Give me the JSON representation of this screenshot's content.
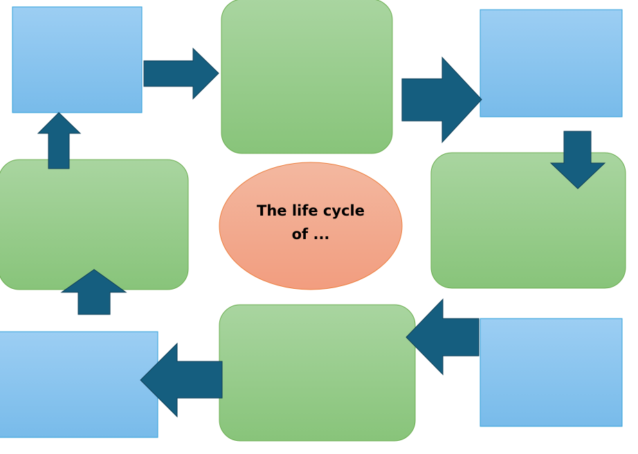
{
  "title": "The life cycle of ...",
  "center": {
    "line1": "The life cycle",
    "line2": "of ..."
  },
  "colors": {
    "green_top": "#a9d5a0",
    "green_bottom": "#88c47a",
    "green_border": "#6aad4f",
    "blue_top": "#9ccef3",
    "blue_bottom": "#78bbea",
    "blue_border": "#2d9fd8",
    "arrow_fill": "#155e7f",
    "arrow_border": "#0f3f57",
    "ellipse_top": "#f3b8a0",
    "ellipse_bottom": "#f29d7f",
    "ellipse_border": "#ec7d3c"
  },
  "stages": [
    {
      "id": "stage-1",
      "kind": "green",
      "text": ""
    },
    {
      "id": "stage-2",
      "kind": "blue",
      "text": ""
    },
    {
      "id": "stage-3",
      "kind": "green",
      "text": ""
    },
    {
      "id": "stage-4",
      "kind": "blue",
      "text": ""
    },
    {
      "id": "stage-5",
      "kind": "green",
      "text": ""
    },
    {
      "id": "stage-6",
      "kind": "blue",
      "text": ""
    },
    {
      "id": "stage-7",
      "kind": "green",
      "text": ""
    },
    {
      "id": "stage-8",
      "kind": "blue",
      "text": ""
    }
  ],
  "arrows": [
    {
      "from": "blue-top-left",
      "to": "green-top-center",
      "direction": "right"
    },
    {
      "from": "green-top-center",
      "to": "blue-top-right",
      "direction": "right"
    },
    {
      "from": "blue-top-right",
      "to": "green-right",
      "direction": "down"
    },
    {
      "from": "blue-bottom-right",
      "to": "green-bottom-center",
      "direction": "left"
    },
    {
      "from": "green-bottom-center",
      "to": "blue-bottom-left",
      "direction": "left"
    },
    {
      "from": "blue-bottom-left",
      "to": "green-left",
      "direction": "up"
    },
    {
      "from": "green-left",
      "to": "blue-top-left",
      "direction": "up"
    }
  ]
}
